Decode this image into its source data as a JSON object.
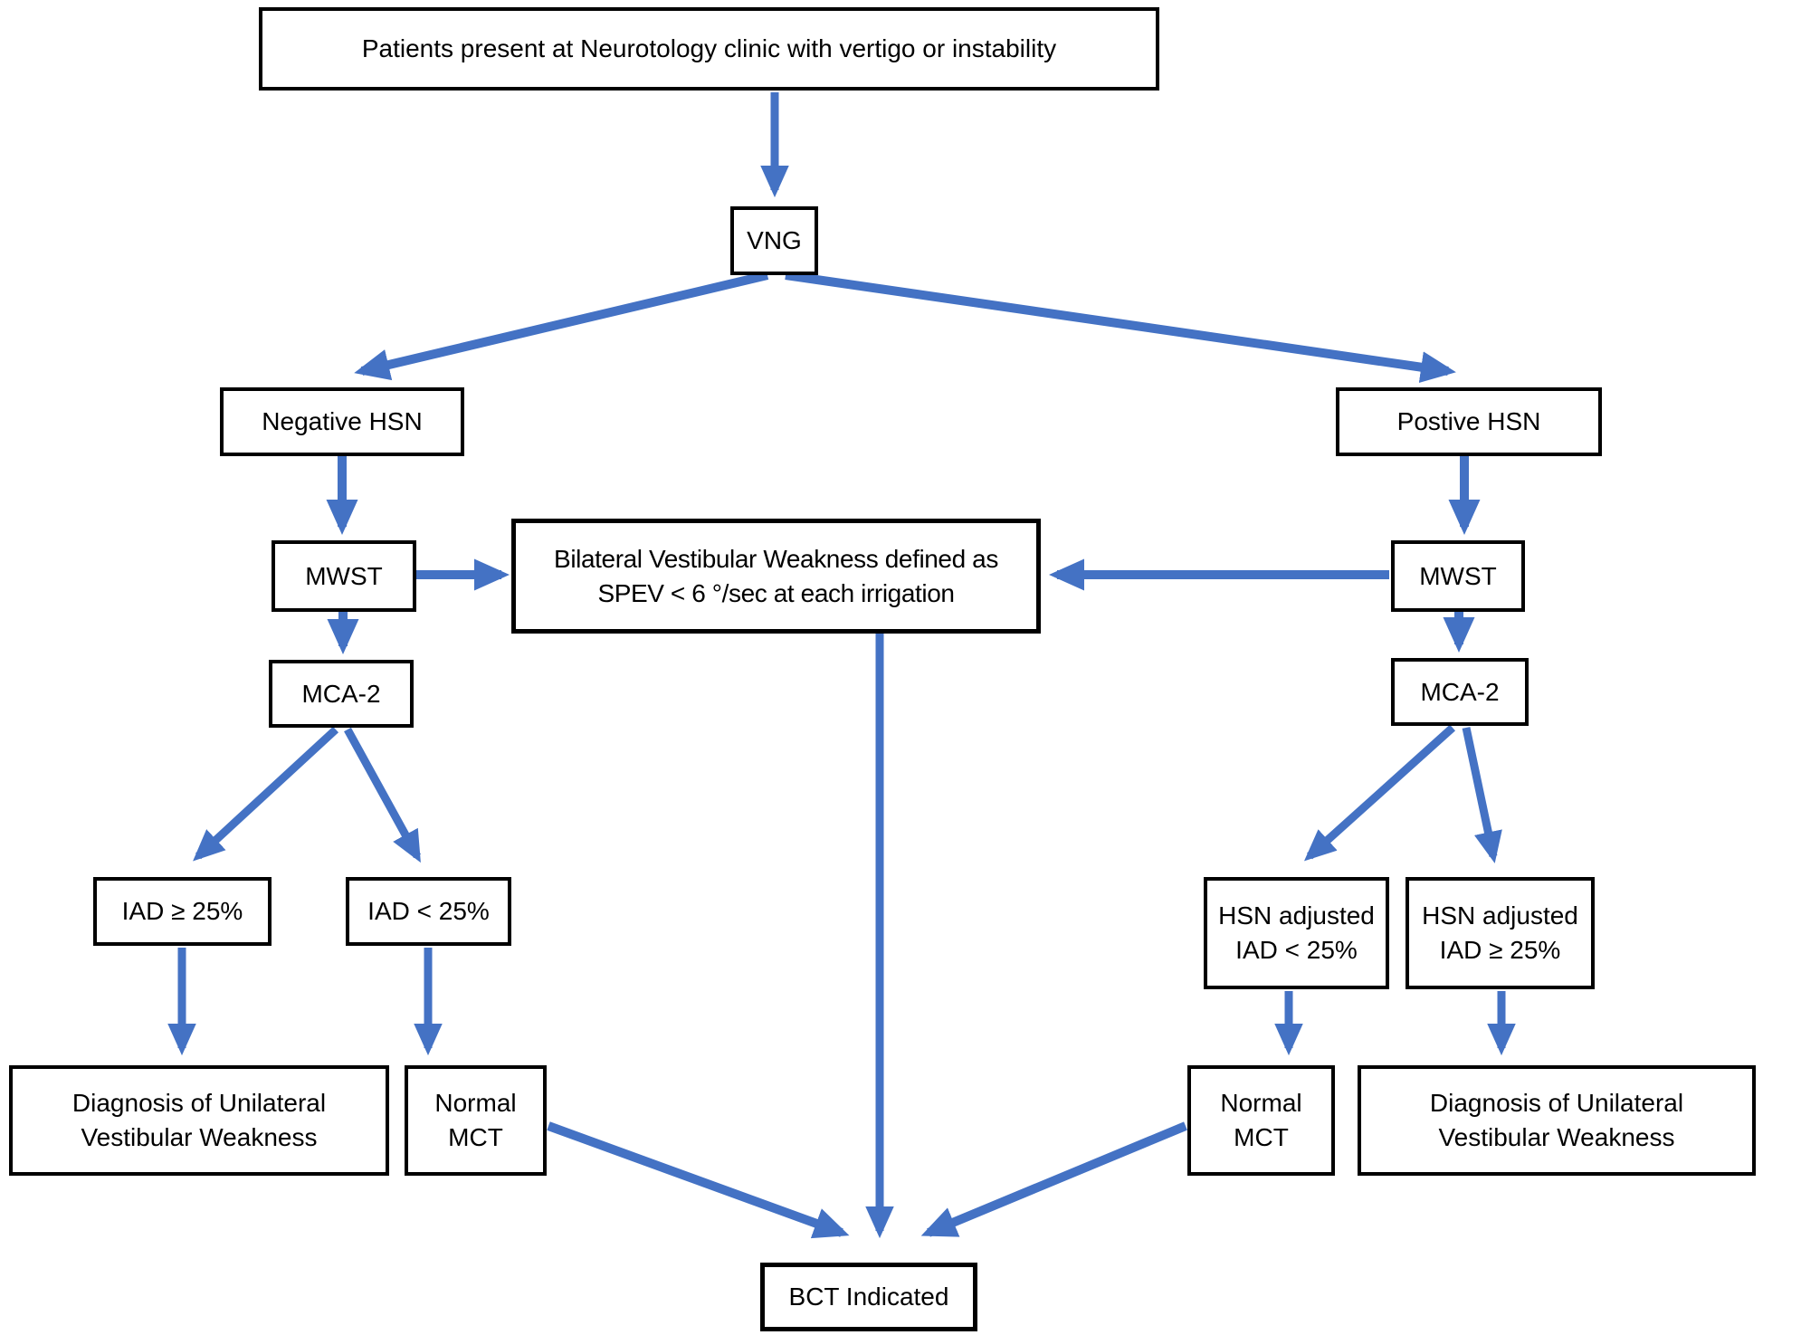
{
  "title": "Vestibular testing decision flowchart",
  "colors": {
    "arrow": "#4472C4",
    "border": "#000000",
    "background": "#ffffff",
    "text": "#000000"
  },
  "nodes": {
    "patients": {
      "label": "Patients present at Neurotology clinic with vertigo or instability"
    },
    "vng": {
      "label": "VNG"
    },
    "negative_hsn": {
      "label": "Negative HSN"
    },
    "postive_hsn": {
      "label": "Postive HSN"
    },
    "mwst_left": {
      "label": "MWST"
    },
    "mwst_right": {
      "label": "MWST"
    },
    "bilateral": {
      "line1": "Bilateral Vestibular Weakness defined as",
      "line2": "SPEV < 6 °/sec at each irrigation"
    },
    "mca2_left": {
      "label": "MCA-2"
    },
    "mca2_right": {
      "label": "MCA-2"
    },
    "iad_ge_left": {
      "label": "IAD ≥ 25%"
    },
    "iad_lt_left": {
      "label": "IAD < 25%"
    },
    "hsn_adj_lt": {
      "line1": "HSN adjusted",
      "line2": "IAD < 25%"
    },
    "hsn_adj_ge": {
      "line1": "HSN adjusted",
      "line2": "IAD ≥ 25%"
    },
    "diagnosis_left": {
      "line1": "Diagnosis of Unilateral",
      "line2": "Vestibular Weakness"
    },
    "normal_mct_left": {
      "line1": "Normal",
      "line2": "MCT"
    },
    "normal_mct_right": {
      "line1": "Normal",
      "line2": "MCT"
    },
    "diagnosis_right": {
      "line1": "Diagnosis of Unilateral",
      "line2": "Vestibular Weakness"
    },
    "bct": {
      "label": "BCT Indicated"
    }
  },
  "edges": [
    {
      "from": "patients",
      "to": "vng"
    },
    {
      "from": "vng",
      "to": "negative_hsn"
    },
    {
      "from": "vng",
      "to": "postive_hsn"
    },
    {
      "from": "negative_hsn",
      "to": "mwst_left"
    },
    {
      "from": "postive_hsn",
      "to": "mwst_right"
    },
    {
      "from": "mwst_left",
      "to": "bilateral"
    },
    {
      "from": "mwst_right",
      "to": "bilateral"
    },
    {
      "from": "mwst_left",
      "to": "mca2_left"
    },
    {
      "from": "mwst_right",
      "to": "mca2_right"
    },
    {
      "from": "mca2_left",
      "to": "iad_ge_left"
    },
    {
      "from": "mca2_left",
      "to": "iad_lt_left"
    },
    {
      "from": "mca2_right",
      "to": "hsn_adj_lt"
    },
    {
      "from": "mca2_right",
      "to": "hsn_adj_ge"
    },
    {
      "from": "iad_ge_left",
      "to": "diagnosis_left"
    },
    {
      "from": "iad_lt_left",
      "to": "normal_mct_left"
    },
    {
      "from": "hsn_adj_lt",
      "to": "normal_mct_right"
    },
    {
      "from": "hsn_adj_ge",
      "to": "diagnosis_right"
    },
    {
      "from": "bilateral",
      "to": "bct"
    },
    {
      "from": "normal_mct_left",
      "to": "bct"
    },
    {
      "from": "normal_mct_right",
      "to": "bct"
    }
  ]
}
